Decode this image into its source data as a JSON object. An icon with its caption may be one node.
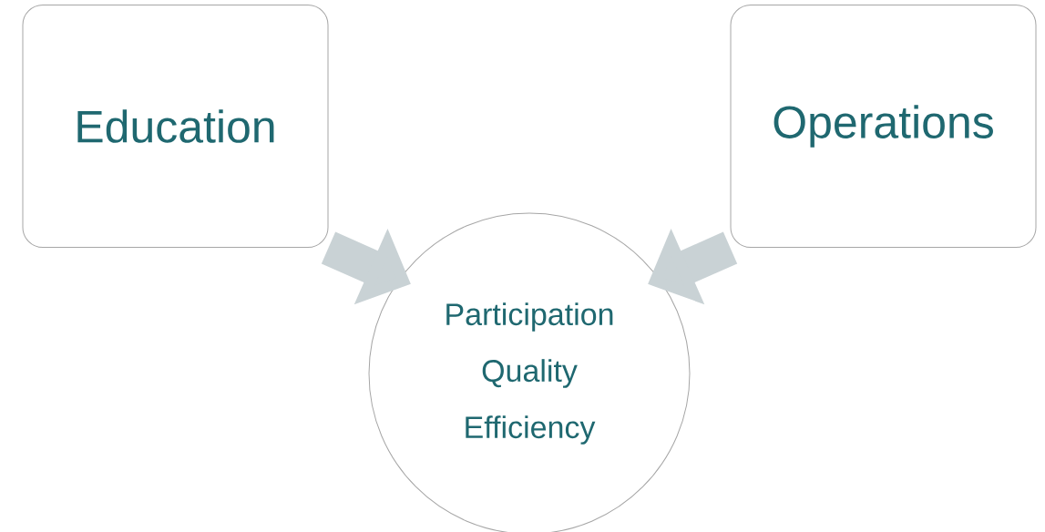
{
  "diagram": {
    "nodes": [
      {
        "text": [
          "Education"
        ]
      },
      {
        "text": [
          "Operations"
        ]
      },
      {
        "text": [
          "Participation",
          "Quality",
          "Efficiency"
        ]
      }
    ],
    "edges": [
      {
        "from": 0,
        "to": 2,
        "arrow": "to"
      },
      {
        "from": 1,
        "to": 2,
        "arrow": "to"
      }
    ]
  }
}
